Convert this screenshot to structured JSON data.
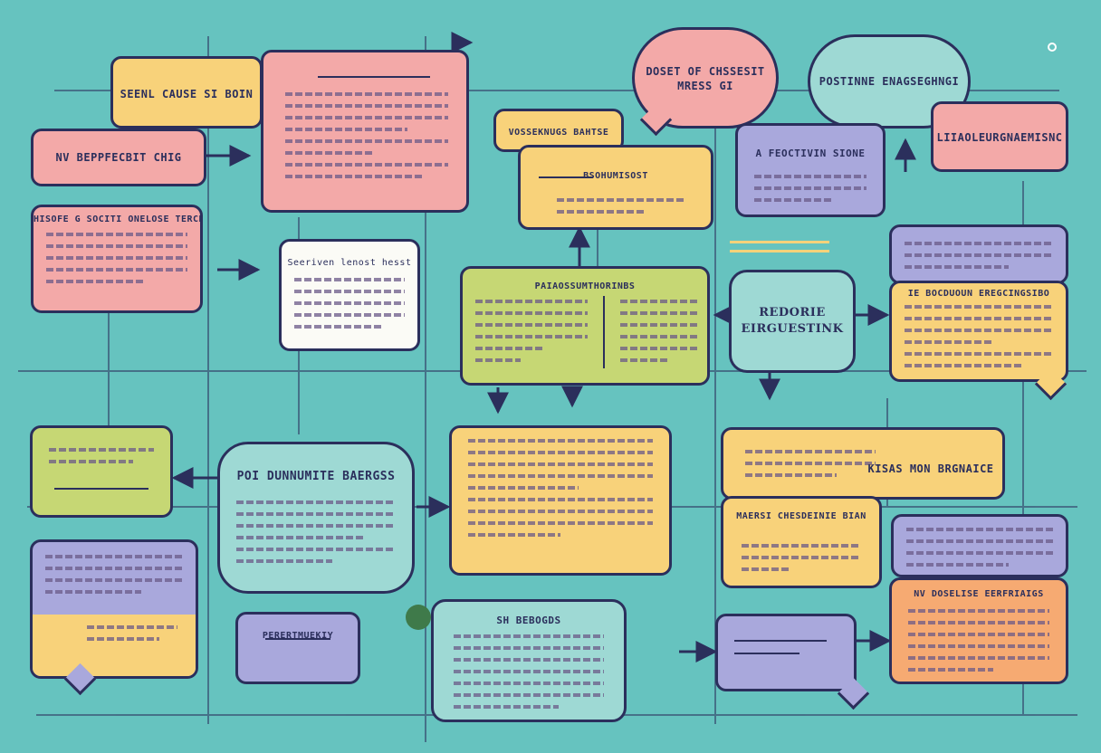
{
  "colors": {
    "background": "#66c3bf",
    "ink": "#2b2f5c",
    "pink": "#f3a9a8",
    "yellow": "#f8d27a",
    "aqua": "#9ed9d4",
    "lavender": "#a9a8dc",
    "lime": "#c6d774",
    "orange": "#f6aa72"
  },
  "boxes": {
    "top_left_label": "SEENL CAUSE SI BOIN",
    "left_pink_label": "NV BEPPFECBIT CHIG",
    "left_pink_text_title": "HISOFE G SOCITI ONELOSE TERCN",
    "speech_top_left": "DOSET OF CHSSESIT\nMRESS GI",
    "speech_top_right": "POSTINNE ENAGSEGHNGI",
    "yellow_center_top": "VOSSEKNUGS BAHTSE",
    "yellow_center_sub": "BSOHUMISOST",
    "white_card_title": "Seeriven lenost hesst",
    "lime_center_title": "PAIAOSSUMTHORINBS",
    "lavender_top_right": "A  FEOCTIVIN SIONE",
    "pink_far_right": "LIIAOLEURGNAEMISNC",
    "aqua_center_right": "REDORIE\nEIRGUESTINK",
    "yellow_far_right": "IE BOCDUOUN EREGCINGSIBO",
    "aqua_center_left": "POI DUNNUMITE BAERGSS",
    "yellow_right_wide": "KISAS MON BRGNAICE",
    "yellow_right_mid": "MAERSI CHESDEINIE BIAN",
    "orange_far_right": "NV DOSELISE EERFRIAIGS",
    "lavender_bottom_small": "PERERTMUEKIY",
    "aqua_bottom_center": "SH BEBOGDS"
  }
}
